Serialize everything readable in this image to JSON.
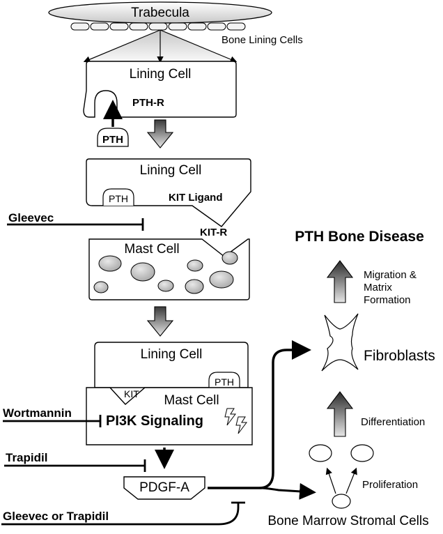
{
  "trabecula": "Trabecula",
  "bone_lining_cells": "Bone Lining Cells",
  "lining_cell_1": "Lining Cell",
  "pth_r": "PTH-R",
  "pth_small": "PTH",
  "lining_cell_2": "Lining Cell",
  "pth_in_cell_2": "PTH",
  "kit_ligand": "KIT Ligand",
  "gleevec": "Gleevec",
  "kit_r": "KIT-R",
  "mast_cell_1": "Mast Cell",
  "lining_cell_3": "Lining Cell",
  "pth_in_cell_3": "PTH",
  "kit": "KIT",
  "mast_cell_2": "Mast Cell",
  "wortmannin": "Wortmannin",
  "pi3k_signaling": "PI3K Signaling",
  "trapidil": "Trapidil",
  "pdgf_a": "PDGF-A",
  "gleevec_or_trapidil": "Gleevec or Trapidil",
  "pth_bone_disease": "PTH Bone Disease",
  "migration_line1": "Migration &",
  "migration_line2": "Matrix",
  "migration_line3": "Formation",
  "fibroblasts": "Fibroblasts",
  "differentiation": "Differentiation",
  "proliferation": "Proliferation",
  "bone_marrow_stromal_cells": "Bone Marrow Stromal Cells"
}
